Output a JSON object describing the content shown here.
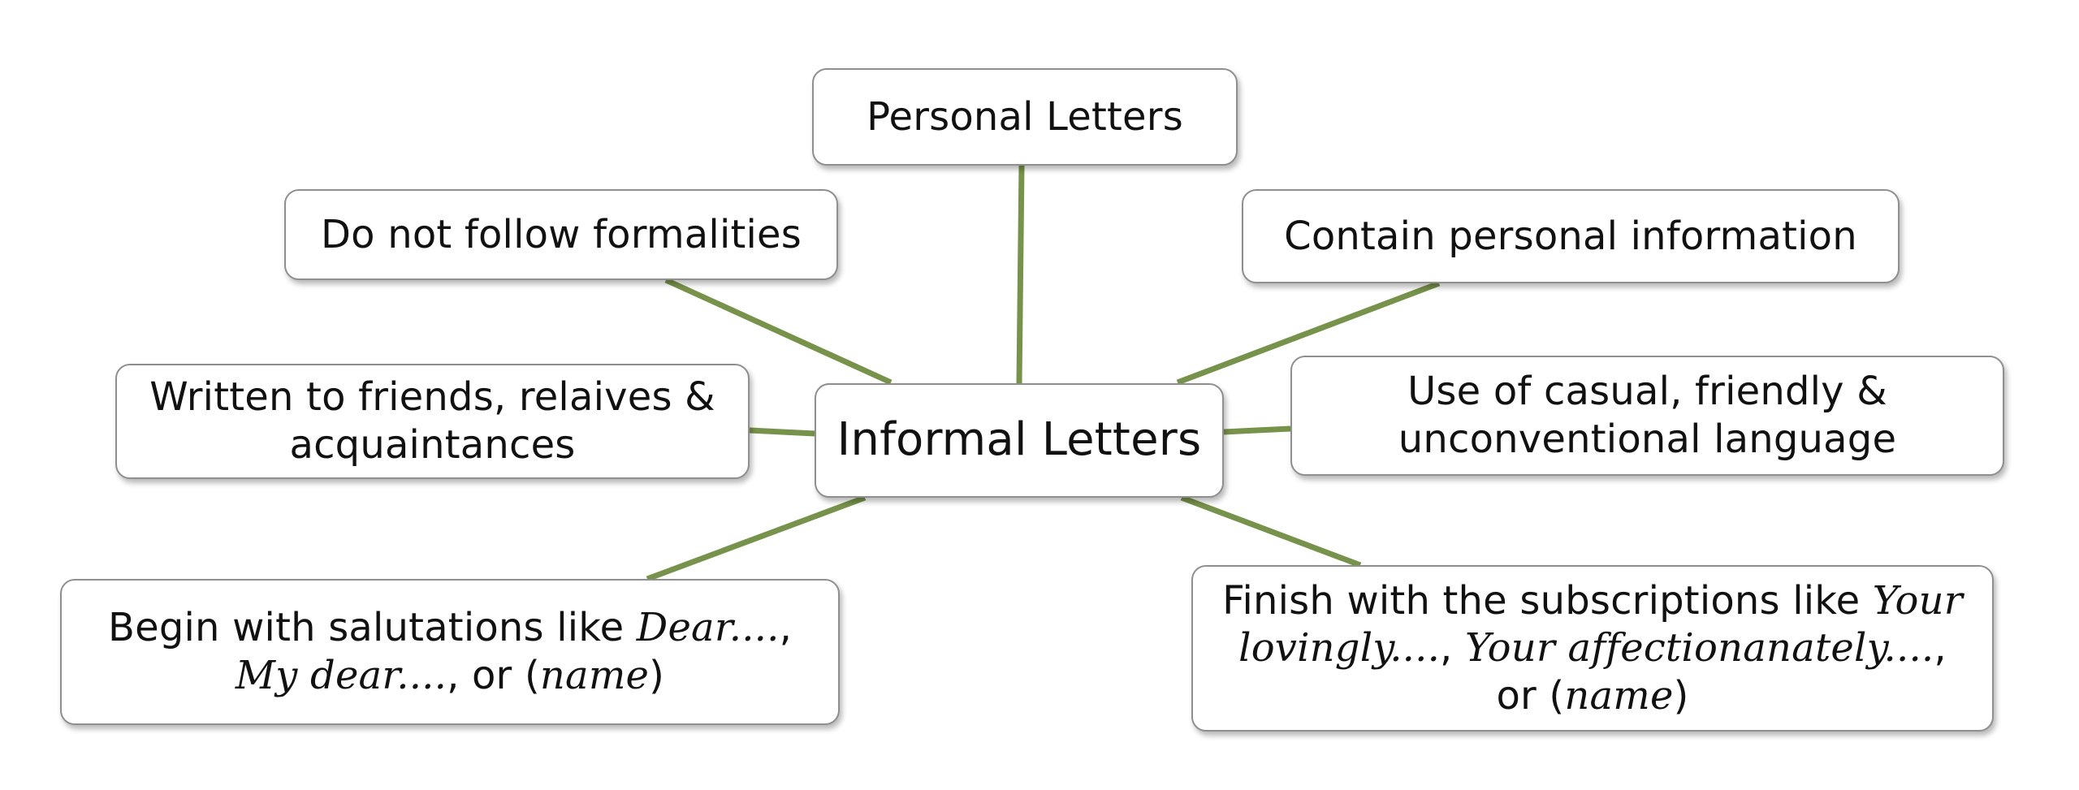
{
  "diagram": {
    "type": "mind-map",
    "connector_color": "#77924a",
    "center": {
      "label": "Informal Letters"
    },
    "nodes": {
      "personal_letters": {
        "label": "Personal Letters"
      },
      "formalities": {
        "label": "Do not follow formalities"
      },
      "personal_info": {
        "label": "Contain personal information"
      },
      "written_to": {
        "line1": "Written to friends, relaives &",
        "line2": "acquaintances"
      },
      "casual_language": {
        "line1": "Use of casual, friendly &",
        "line2": "unconventional language"
      },
      "salutations": {
        "prefix": "Begin with salutations like ",
        "salutation1": "Dear....",
        "comma": ",",
        "salutation2": "My dear....",
        "or_text": ",  or (",
        "name": "name",
        "close": ")"
      },
      "subscriptions": {
        "prefix": "Finish with the subscriptions like ",
        "word1": "Your",
        "phrase1": "lovingly....",
        "sep": ", ",
        "phrase2": "Your affectionanately....",
        "comma": ",",
        "or_text": "or (",
        "name": "name",
        "close": ")"
      }
    }
  }
}
